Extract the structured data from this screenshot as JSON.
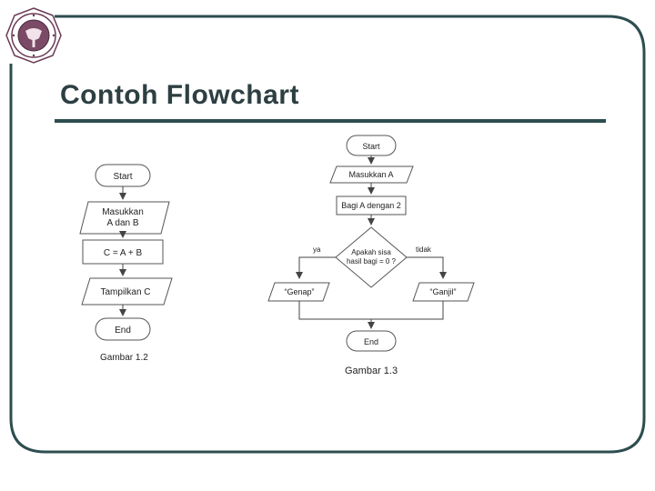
{
  "slide": {
    "title": "Contoh Flowchart",
    "colors": {
      "frame": "#2d4d4f",
      "title": "#2d3f42",
      "shape_stroke": "#555555",
      "shape_fill": "#ffffff"
    }
  },
  "logo": {
    "icon": "university-seal-icon"
  },
  "flowchart_1": {
    "start": "Start",
    "input_line1": "Masukkan",
    "input_line2": "A dan B",
    "process": "C = A + B",
    "output": "Tampilkan C",
    "end": "End",
    "caption": "Gambar 1.2"
  },
  "flowchart_2": {
    "start": "Start",
    "input": "Masukkan A",
    "process": "Bagi A dengan 2",
    "decision_line1": "Apakah sisa",
    "decision_line2": "hasil bagi = 0 ?",
    "yes_label": "ya",
    "no_label": "tidak",
    "out_yes": "“Genap”",
    "out_no": "“Ganjil”",
    "end": "End",
    "caption": "Gambar 1.3"
  }
}
